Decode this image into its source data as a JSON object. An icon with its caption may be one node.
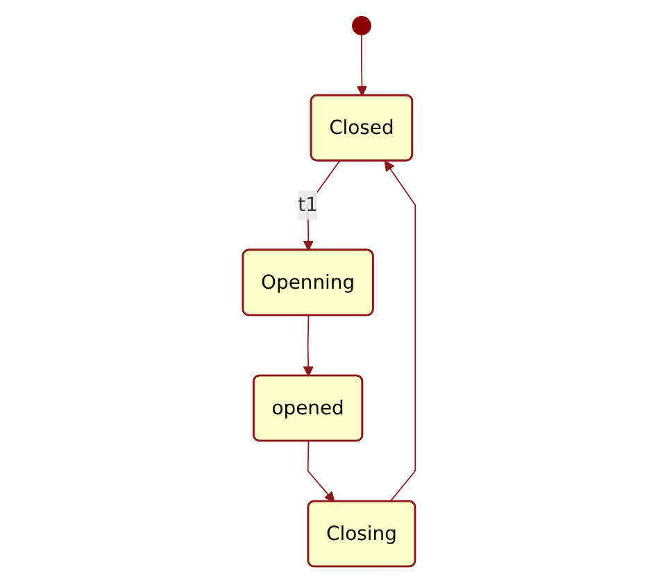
{
  "diagram": {
    "nodes": [
      {
        "text": [],
        "shape": "circle"
      },
      {
        "text": [
          "Closed"
        ]
      },
      {
        "text": [
          "Openning"
        ]
      },
      {
        "text": [
          "opened"
        ]
      },
      {
        "text": [
          "Closing"
        ]
      }
    ],
    "edges": [
      {
        "from": 0,
        "to": 1,
        "arrow": "to"
      },
      {
        "from": 1,
        "to": 2,
        "arrow": "to",
        "label": "t1"
      },
      {
        "from": 2,
        "to": 3,
        "arrow": "to"
      },
      {
        "from": 3,
        "to": 4,
        "arrow": "to"
      },
      {
        "from": 4,
        "to": 1,
        "arrow": "to"
      }
    ]
  }
}
